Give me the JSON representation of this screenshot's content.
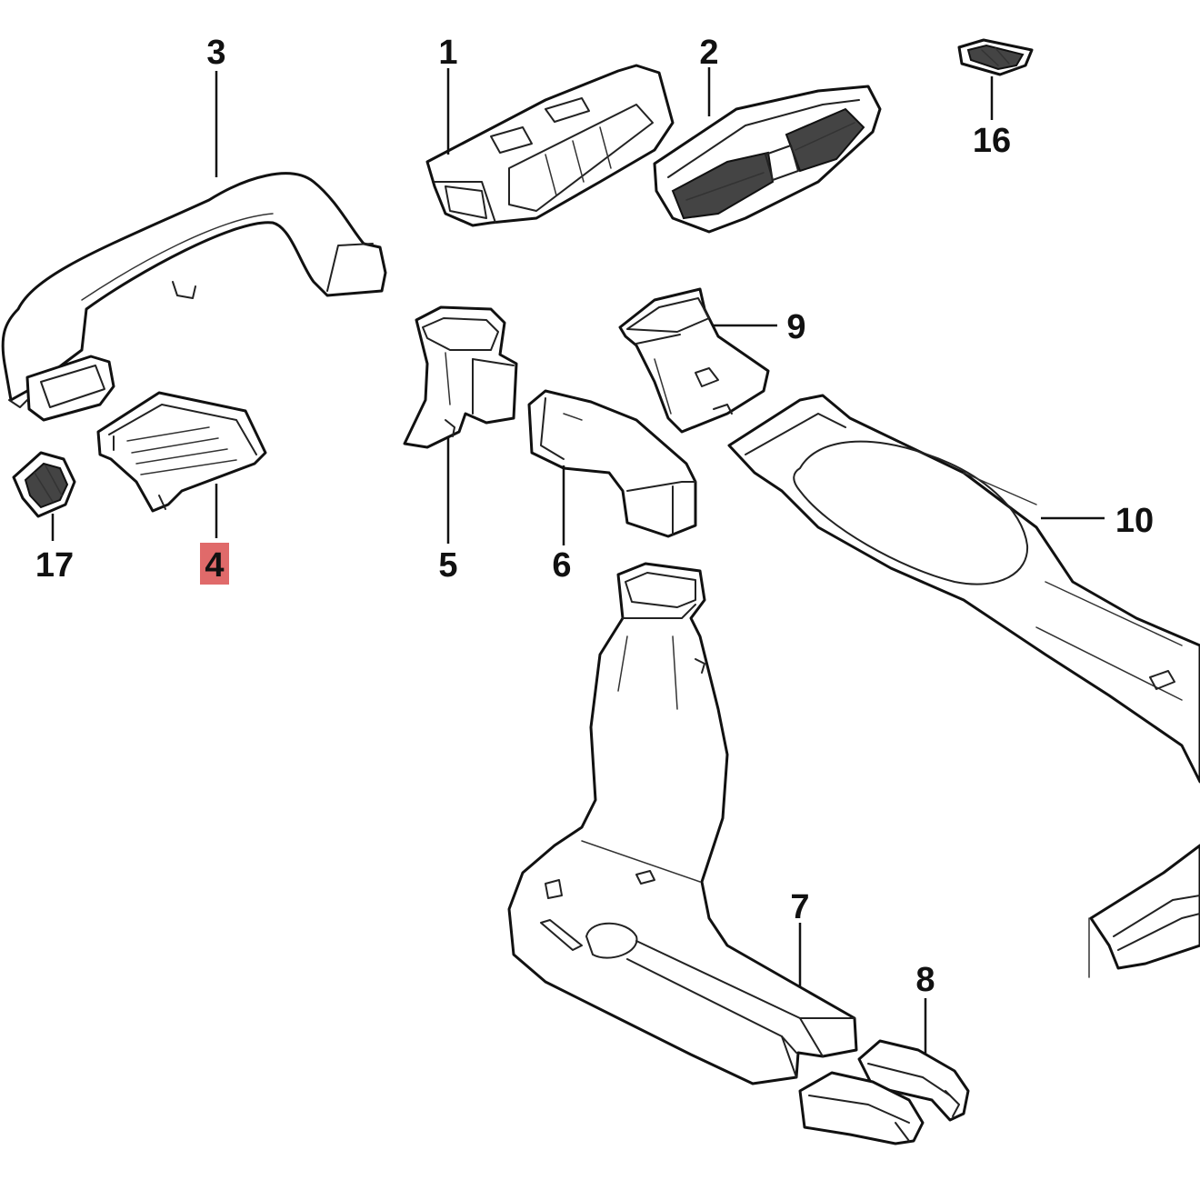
{
  "callouts": {
    "c1": "1",
    "c2": "2",
    "c3": "3",
    "c4": "4",
    "c5": "5",
    "c6": "6",
    "c7": "7",
    "c8": "8",
    "c9": "9",
    "c10": "10",
    "c16": "16",
    "c17": "17"
  },
  "highlighted_callout": "4",
  "colors": {
    "line": "#111111",
    "highlight": "#e06a6a",
    "background": "#ffffff"
  }
}
